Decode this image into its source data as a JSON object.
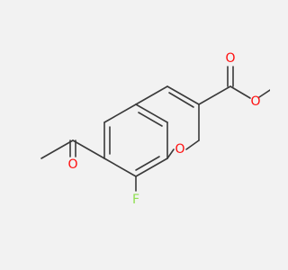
{
  "colors": {
    "background": "#f2f2f2",
    "bond": "#3a3a3a",
    "oxygen": "#ff0d0d",
    "fluorine": "#90e050"
  },
  "atoms": {
    "ring_oxygen": "O",
    "ketone_oxygen": "O",
    "ester_carbonyl_oxygen": "O",
    "ester_ether_oxygen": "O",
    "fluorine": "F"
  }
}
